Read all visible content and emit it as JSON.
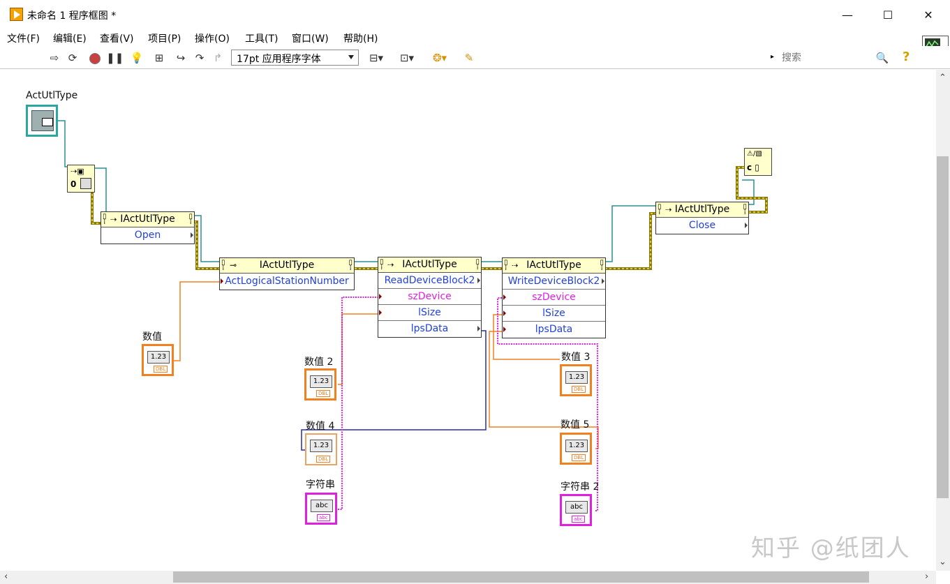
{
  "window": {
    "title": "未命名 1 程序框图 *",
    "minimize": "—",
    "maximize": "☐",
    "close": "✕"
  },
  "menu": [
    "文件(F)",
    "编辑(E)",
    "查看(V)",
    "项目(P)",
    "操作(O)",
    "工具(T)",
    "窗口(W)",
    "帮助(H)"
  ],
  "toolbar": {
    "font": "17pt 应用程序字体",
    "search_placeholder": "搜索",
    "run_icon": "run-arrow-icon",
    "help_icon": "help-icon"
  },
  "diagram": {
    "refnum_label": "ActUtlType",
    "nodes": {
      "open": {
        "title": "IActUtlType",
        "method": "Open"
      },
      "prop": {
        "title": "IActUtlType",
        "property": "ActLogicalStationNumber"
      },
      "read": {
        "title": "IActUtlType",
        "method": "ReadDeviceBlock2",
        "params": [
          "szDevice",
          "lSize",
          "lpsData"
        ]
      },
      "write": {
        "title": "IActUtlType",
        "method": "WriteDeviceBlock2",
        "params": [
          "szDevice",
          "lSize",
          "lpsData"
        ]
      },
      "close": {
        "title": "IActUtlType",
        "method": "Close"
      }
    },
    "terminals": {
      "num": {
        "label": "数值",
        "value": "1.23",
        "type": "DBL"
      },
      "num2": {
        "label": "数值 2",
        "value": "1.23",
        "type": "DBL"
      },
      "num3": {
        "label": "数值 3",
        "value": "1.23",
        "type": "DBL"
      },
      "num4": {
        "label": "数值 4",
        "value": "1.23",
        "type": "DBL"
      },
      "num5": {
        "label": "数值 5",
        "value": "1.23",
        "type": "DBL"
      },
      "str": {
        "label": "字符串",
        "value": "abc",
        "type": "abc"
      },
      "str2": {
        "label": "字符串 2",
        "value": "abc",
        "type": "abc"
      }
    },
    "open_const": "0"
  },
  "watermark": "知乎 @纸团人",
  "colors": {
    "refnum_wire": "#2a8f8f",
    "error_wire": "#9a8a00",
    "numeric_wire": "#f08020",
    "string_wire": "#e020e0",
    "int_wire": "#2a2aa0"
  }
}
